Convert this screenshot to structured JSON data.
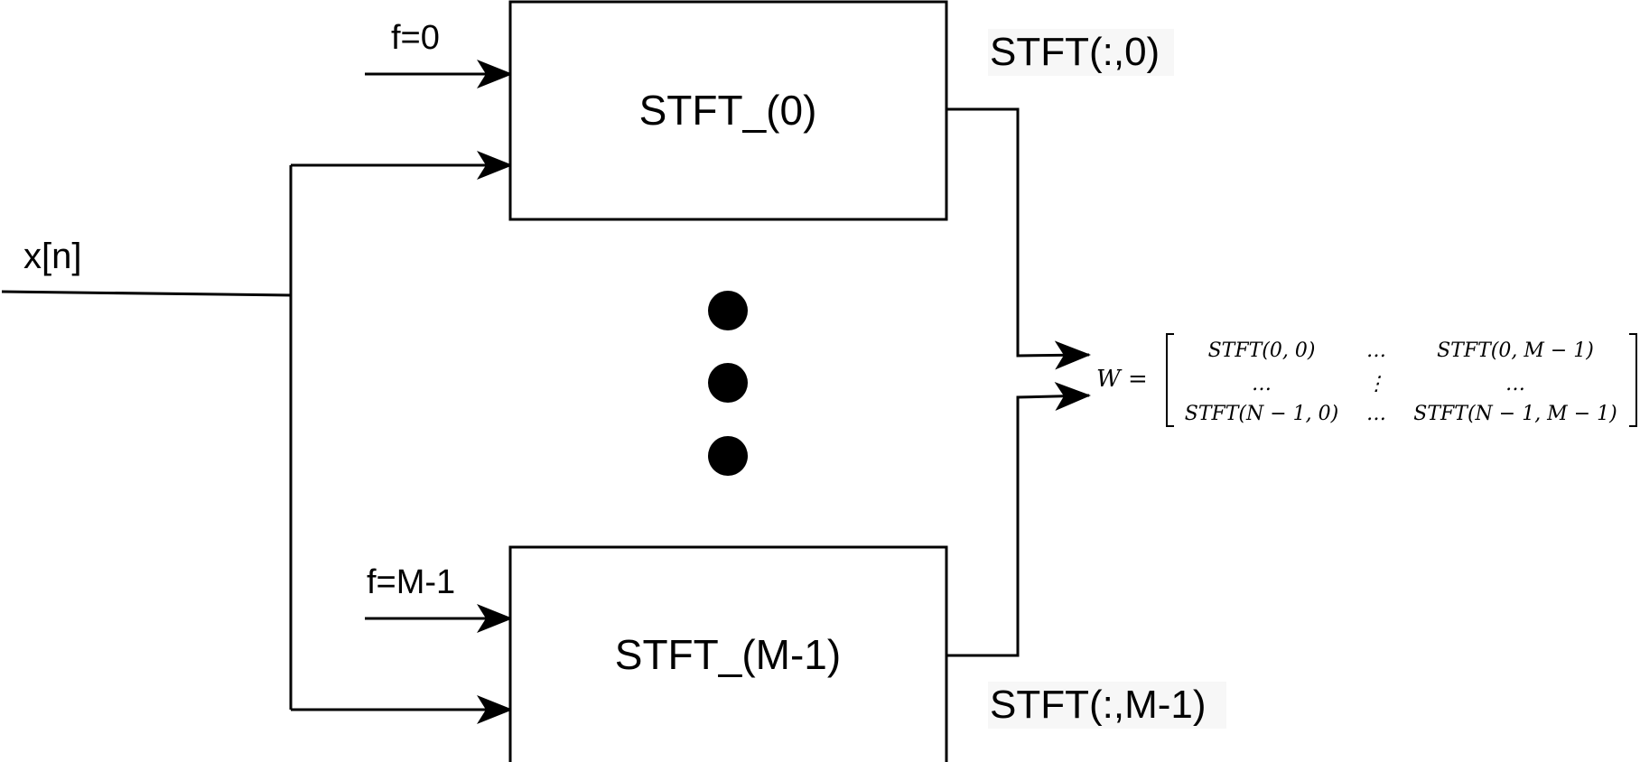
{
  "diagram": {
    "input": {
      "signal_label": "x[n]"
    },
    "blocks": [
      {
        "label": "STFT_(0)",
        "freq_label": "f=0",
        "output_label": "STFT(:,0)"
      },
      {
        "label": "STFT_(M-1)",
        "freq_label": "f=M-1",
        "output_label": "STFT(:,M-1)"
      }
    ],
    "matrix": {
      "lhs": "W =",
      "rows": [
        [
          "STFT(0, 0)",
          "…",
          "STFT(0, M − 1)"
        ],
        [
          "…",
          "⋮",
          "…"
        ],
        [
          "STFT(N − 1, 0)",
          "…",
          "STFT(N − 1, M − 1)"
        ]
      ]
    }
  }
}
